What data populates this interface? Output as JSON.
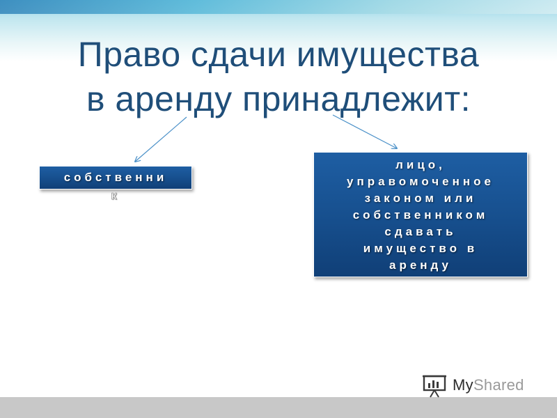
{
  "slide": {
    "title_line1": "Право сдачи имущества",
    "title_line2": "в аренду принадлежит:",
    "left_box": {
      "line1": "собственни",
      "line2": "к"
    },
    "right_box": {
      "lines": [
        "лицо,",
        "управомоченное",
        "законом или",
        "собственником",
        "сдавать",
        "имущество в",
        "аренду"
      ]
    },
    "colors": {
      "title": "#1f4e79",
      "box_fill": "#17508f",
      "arrow": "#4a90c8",
      "footer": "#c8c8c8"
    }
  },
  "watermark": {
    "part1": "My",
    "part2": "Shared",
    "icon": "presentation-board-icon"
  }
}
